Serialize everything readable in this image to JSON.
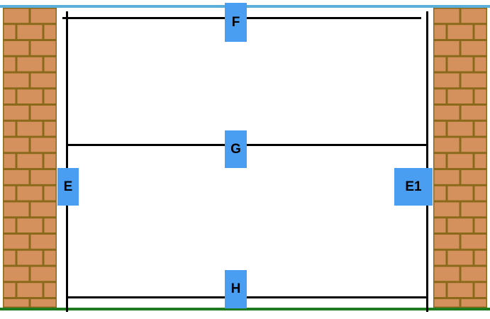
{
  "colors": {
    "sky_line": "#5ab0d8",
    "ground_line": "#1f7a1f",
    "brick_fill": "#d4915e",
    "brick_mortar": "#8a6a1a",
    "label_background": "#4a9ef2",
    "frame_lines": "#000000"
  },
  "labels": {
    "top_rail": "F",
    "middle_rail": "G",
    "bottom_rail": "H",
    "left_post": "E",
    "right_post": "E1"
  },
  "walls": {
    "left": "brick-wall",
    "right": "brick-wall"
  }
}
